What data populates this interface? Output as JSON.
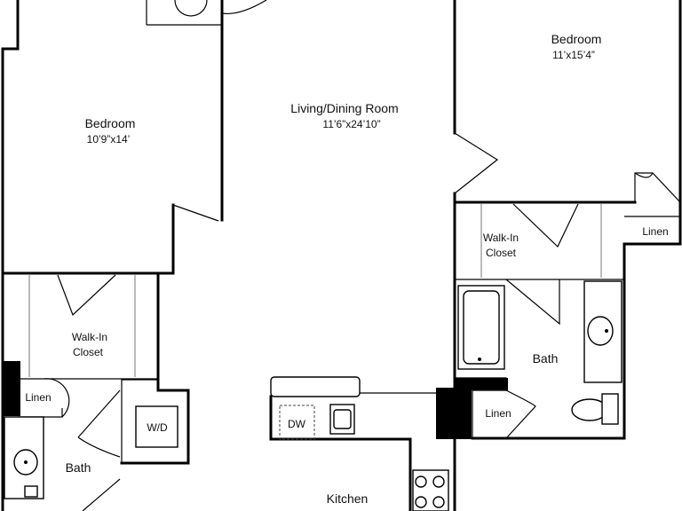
{
  "rooms": {
    "bedroom_left": {
      "name": "Bedroom",
      "dimensions": "10’9”x14’"
    },
    "living_dining": {
      "name": "Living/Dining Room",
      "dimensions": "11’6”x24’10”"
    },
    "bedroom_right": {
      "name": "Bedroom",
      "dimensions": "11’x15’4”"
    },
    "walkin_left": {
      "line1": "Walk-In",
      "line2": "Closet"
    },
    "walkin_right": {
      "line1": "Walk-In",
      "line2": "Closet"
    },
    "linen_top_right": "Linen",
    "linen_left": "Linen",
    "linen_right": "Linen",
    "bath_left": "Bath",
    "bath_right": "Bath",
    "washer_dryer": "W/D",
    "dishwasher": "DW",
    "kitchen": "Kitchen"
  }
}
